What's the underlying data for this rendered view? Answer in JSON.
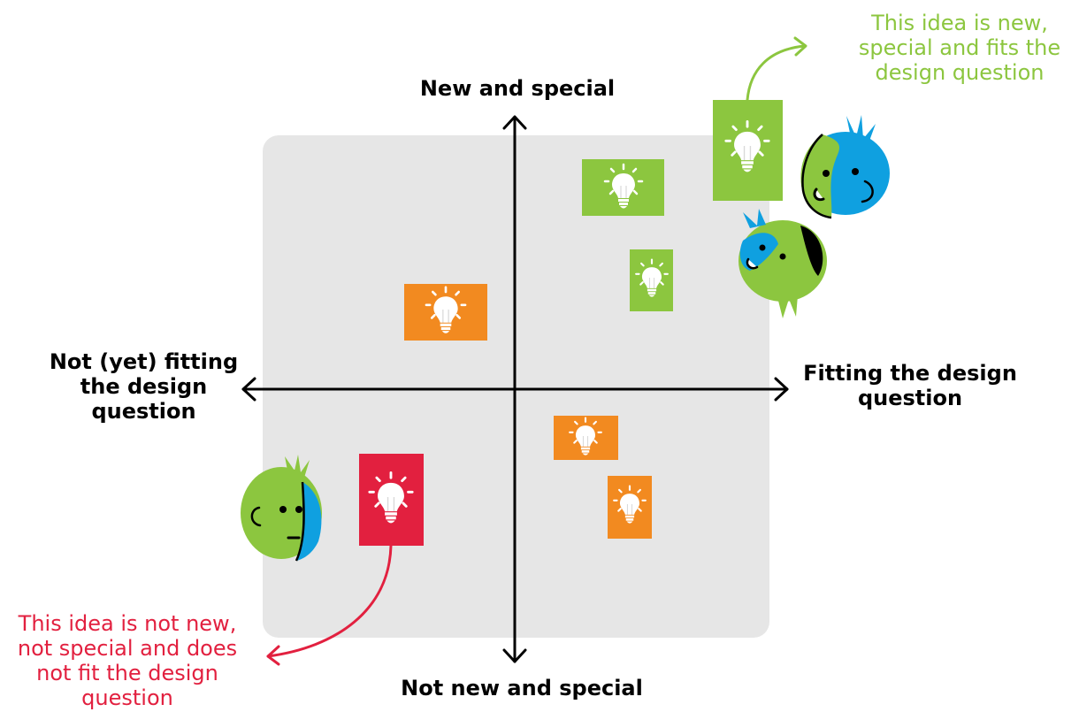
{
  "axes": {
    "top_label": "New and special",
    "bottom_label": "Not new and special",
    "left_label": [
      "Not (yet) fitting",
      "the design",
      "question"
    ],
    "right_label": [
      "Fitting the design",
      "question"
    ]
  },
  "annotations": {
    "top_right": [
      "This idea is new,",
      "special and fits the",
      "design question"
    ],
    "bottom_left": [
      "This idea is not new,",
      "not special and does",
      "not fit the design",
      "question"
    ]
  },
  "colors": {
    "background_panel": "#e6e6e6",
    "green": "#8cc63f",
    "orange": "#f28a20",
    "red": "#e2203f",
    "blue": "#0fa0e0",
    "axis": "#000000"
  },
  "cards": [
    {
      "name": "idea-card-green-large",
      "color": "green",
      "icon": "lightbulb-icon"
    },
    {
      "name": "idea-card-green-medium",
      "color": "green",
      "icon": "lightbulb-icon"
    },
    {
      "name": "idea-card-green-small",
      "color": "green",
      "icon": "lightbulb-icon"
    },
    {
      "name": "idea-card-orange-upper-left",
      "color": "orange",
      "icon": "lightbulb-icon"
    },
    {
      "name": "idea-card-orange-lower-1",
      "color": "orange",
      "icon": "lightbulb-icon"
    },
    {
      "name": "idea-card-orange-lower-2",
      "color": "orange",
      "icon": "lightbulb-icon"
    },
    {
      "name": "idea-card-red",
      "color": "red",
      "icon": "lightbulb-icon"
    }
  ],
  "characters": [
    "character-face-blue-top",
    "character-face-green-middle",
    "character-face-green-bottom-left"
  ]
}
